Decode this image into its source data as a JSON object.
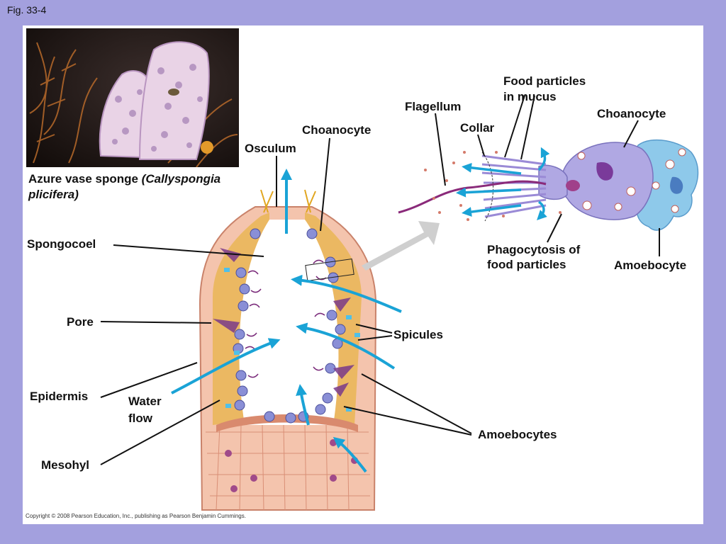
{
  "figure_number": "Fig. 33-4",
  "caption": {
    "common_name": "Azure vase sponge ",
    "scientific_name_line1": "(Callyspongia",
    "scientific_name_line2": "plicifera)"
  },
  "labels": {
    "choanocyte_main": "Choanocyte",
    "osculum": "Osculum",
    "spongocoel": "Spongocoel",
    "pore": "Pore",
    "epidermis": "Epidermis",
    "water_flow_1": "Water",
    "water_flow_2": "flow",
    "mesohyl": "Mesohyl",
    "spicules": "Spicules",
    "amoebocytes": "Amoebocytes",
    "food_particles_1": "Food particles",
    "food_particles_2": "in mucus",
    "flagellum": "Flagellum",
    "collar": "Collar",
    "choanocyte_detail": "Choanocyte",
    "phagocytosis_1": "Phagocytosis of",
    "phagocytosis_2": "food particles",
    "amoebocyte": "Amoebocyte"
  },
  "copyright": "Copyright © 2008 Pearson Education, Inc., publishing as Pearson Benjamin Cummings.",
  "colors": {
    "background": "#a3a0de",
    "water_arrow": "#1aa3d6",
    "sponge_wall": "#f2b9a0",
    "choanocyte": "#8a8fd6",
    "collar_cell_pink": "#b05a9a",
    "amoebocyte": "#8ec9ea"
  }
}
